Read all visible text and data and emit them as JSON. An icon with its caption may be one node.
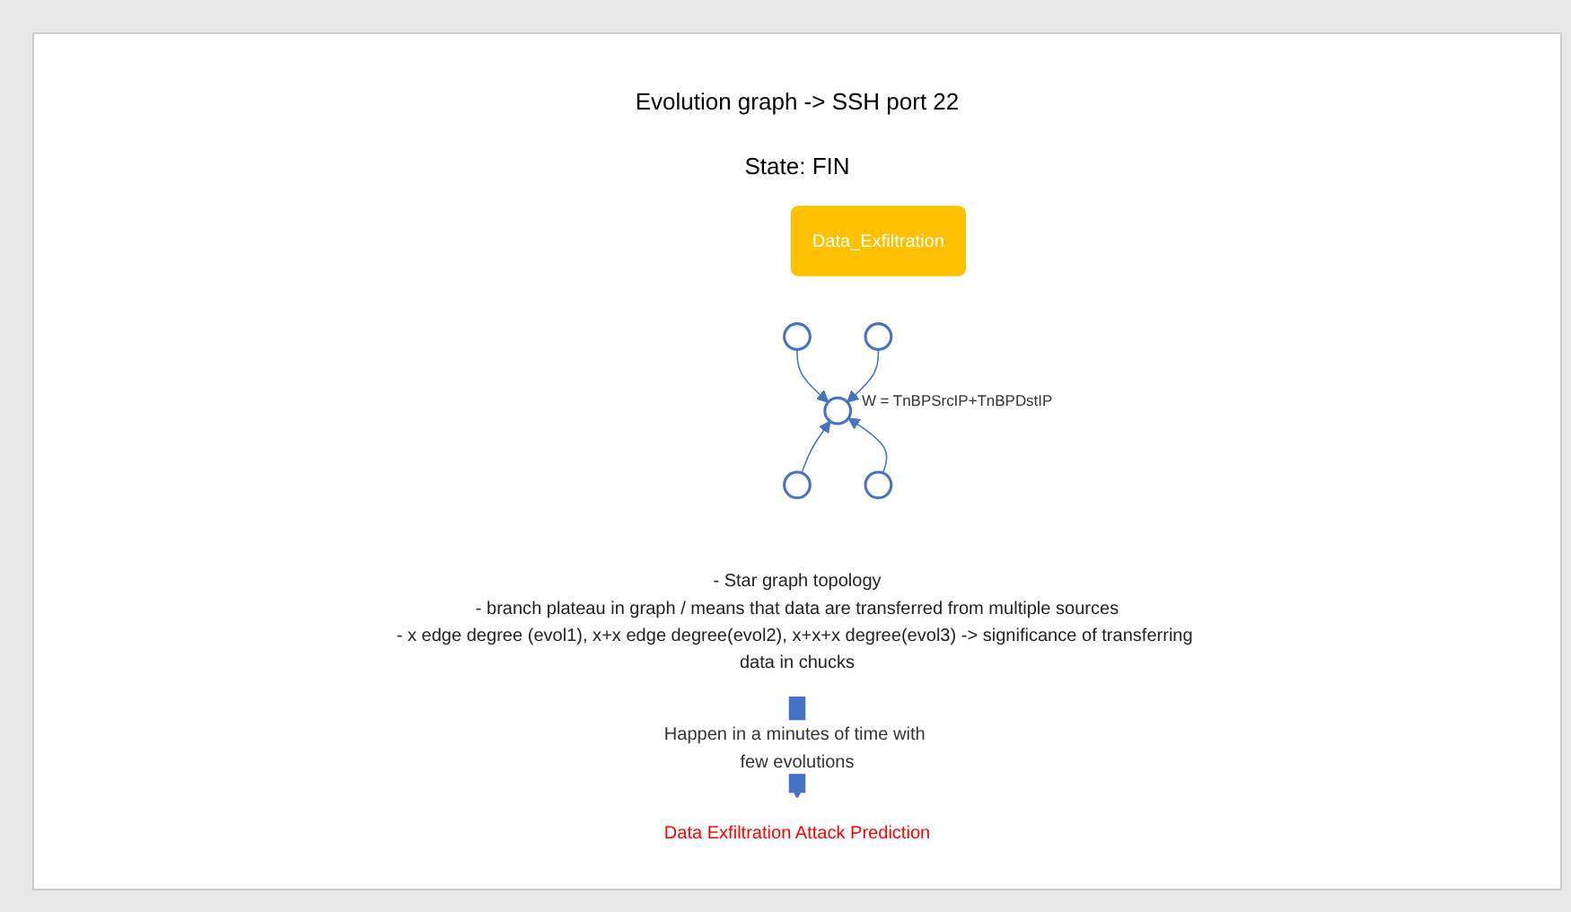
{
  "diagram": {
    "title": "Evolution graph -> SSH port 22",
    "nodes": [
      {
        "text": [],
        "shape": "circle"
      },
      {
        "text": [],
        "shape": "circle"
      },
      {
        "text": [],
        "shape": "circle",
        "beside": [
          "W = TnBPSrcIP+TnBPDstIP"
        ]
      },
      {
        "text": [],
        "shape": "circle"
      },
      {
        "text": [],
        "shape": "circle"
      },
      {
        "text": [
          "Data_Exfiltration"
        ]
      },
      {
        "text": [
          "- Star graph topology",
          "- branch plateau in graph / means that data are transferred from multiple sources",
          "- x edge degree (evol1), x+x edge degree(evol2), x+x+x degree(evol3) -> significance of transferring data in chucks"
        ]
      },
      {
        "text": [
          "Data Exfiltration Attack Prediction"
        ]
      }
    ],
    "edges": [
      {
        "from": 0,
        "to": 2,
        "arrow": "to"
      },
      {
        "from": 1,
        "to": 2,
        "arrow": "to"
      },
      {
        "from": 3,
        "to": 2,
        "arrow": "to"
      },
      {
        "from": 4,
        "to": 2,
        "arrow": "to"
      },
      {
        "from": 6,
        "to": 7,
        "arrow": "to",
        "style": "thick",
        "label": "Happen in a minutes of time with few evolutions"
      }
    ],
    "labels": [
      "State: FIN"
    ]
  }
}
